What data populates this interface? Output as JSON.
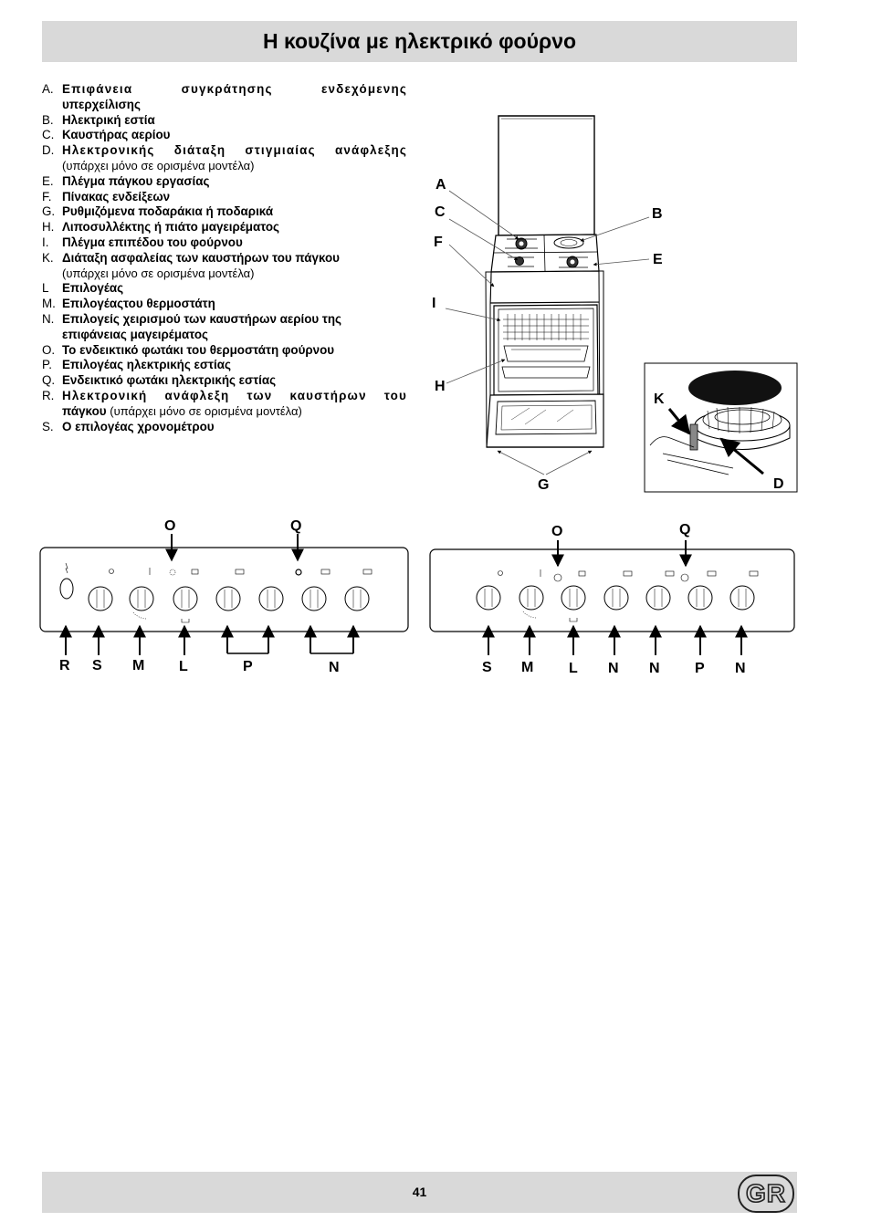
{
  "title": "Η κουζίνα με ηλεκτρικό φούρνο",
  "legend": [
    {
      "letter": "A.",
      "text": "Επιφάνεια συγκράτησης ενδεχόμενης",
      "text2": "υπερχείλισης",
      "note": ""
    },
    {
      "letter": "B.",
      "text": "Ηλεκτρική εστία",
      "note": ""
    },
    {
      "letter": "C.",
      "text": "Καυστήρας αερίου",
      "note": ""
    },
    {
      "letter": "D.",
      "text": "Ηλεκτρονικής διάταξη στιγμιαίας ανάφλεξης",
      "note": "(υπάρχει μόνο σε ορισμένα μοντέλα)"
    },
    {
      "letter": "E.",
      "text": "Πλέγμα πάγκου εργασίας",
      "note": ""
    },
    {
      "letter": "F.",
      "text": "Πίνακας ενδείξεων",
      "note": ""
    },
    {
      "letter": "G.",
      "text": "Ρυθμιζόμενα ποδαράκια ή ποδαρικά",
      "note": ""
    },
    {
      "letter": "H.",
      "text": "Λιποσυλλέκτης ή πιάτο μαγειρέματος",
      "note": ""
    },
    {
      "letter": "I.",
      "text": "Πλέγμα επιπέδου του φούρνου",
      "note": ""
    },
    {
      "letter": "K.",
      "text": "Διάταξη ασφαλείας των καυστήρων του πάγκου",
      "note": "(υπάρχει μόνο σε ορισμένα μοντέλα)"
    },
    {
      "letter": "L",
      "text": "Επιλογέας",
      "note": ""
    },
    {
      "letter": "M.",
      "text": "Επιλογέαςτου θερμοστάτη",
      "note": ""
    },
    {
      "letter": "N.",
      "text": "Επιλογείς χειρισμού των καυστήρων αερίου της",
      "text2": "επιφάνειας μαγειρέματος",
      "note": ""
    },
    {
      "letter": "O.",
      "text": "Το ενδεικτικό φωτάκι του θερμοστάτη φούρνου",
      "note": ""
    },
    {
      "letter": "P.",
      "text": "Επιλογέας ηλεκτρικής εστίας",
      "note": ""
    },
    {
      "letter": "Q.",
      "text": "Ενδεικτικό φωτάκι ηλεκτρικής εστίας",
      "note": ""
    },
    {
      "letter": "R.",
      "text": "Ηλεκτρονική ανάφλεξη των καυστήρων του",
      "text2": "πάγκου",
      "note": "(υπάρχει μόνο σε ορισμένα μοντέλα)"
    },
    {
      "letter": "S.",
      "text": "Ο επιλογέας χρονομέτρου",
      "note": ""
    }
  ],
  "diagram_labels": {
    "A": "A",
    "C": "C",
    "F": "F",
    "I": "I",
    "H": "H",
    "B": "B",
    "E": "E",
    "G": "G",
    "K": "K",
    "D": "D"
  },
  "panel_left": {
    "top_labels": [
      "O",
      "Q"
    ],
    "bottom_labels": [
      "R",
      "S",
      "M",
      "L",
      "P",
      "N"
    ]
  },
  "panel_right": {
    "top_labels": [
      "O",
      "Q"
    ],
    "bottom_labels": [
      "S",
      "M",
      "L",
      "N",
      "N",
      "P",
      "N"
    ]
  },
  "footer": {
    "page_number": "41",
    "lang_badge": "GR"
  }
}
